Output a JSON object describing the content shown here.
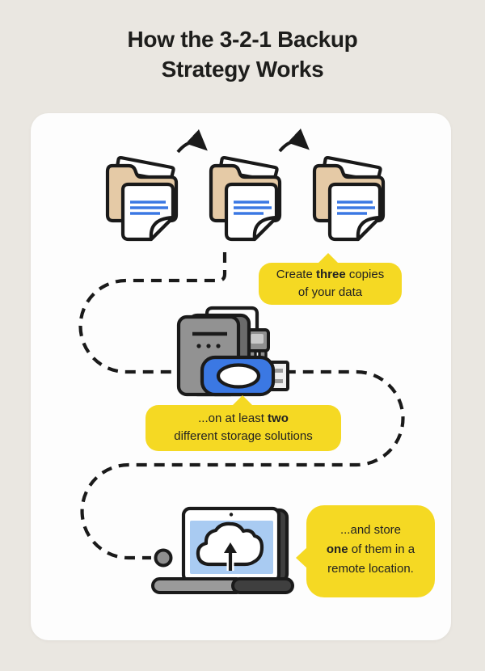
{
  "title": {
    "line1": "How the 3-2-1 Backup",
    "line2": "Strategy Works"
  },
  "bubbles": {
    "copies": {
      "pre": "Create ",
      "emph": "three",
      "post": " copies",
      "line2": "of your data"
    },
    "storage": {
      "pre": "...on at least ",
      "emph": "two",
      "line2": "different storage solutions"
    },
    "remote": {
      "line1": "...and store",
      "emph": "one",
      "post": " of them in a",
      "line3": "remote location."
    }
  },
  "icons": {
    "folders": "folder-with-document-icon",
    "arrows": "curved-arrow-icon",
    "drive": "external-hard-drive-icon",
    "usb": "usb-flash-drive-icon",
    "laptop": "laptop-cloud-upload-icon",
    "dot": "path-end-dot"
  },
  "colors": {
    "background": "#EAE7E1",
    "card": "#FDFDFD",
    "bubble_yellow": "#F5D923",
    "folder_tan": "#E5CAA6",
    "doc_line_blue": "#3B78E3",
    "usb_blue": "#3B78E3",
    "screen_blue": "#A9CBF2",
    "outline": "#1A1A1A",
    "gray_light": "#929292",
    "gray_mid": "#6B6B6B",
    "gray_dark": "#3F3F3F"
  }
}
